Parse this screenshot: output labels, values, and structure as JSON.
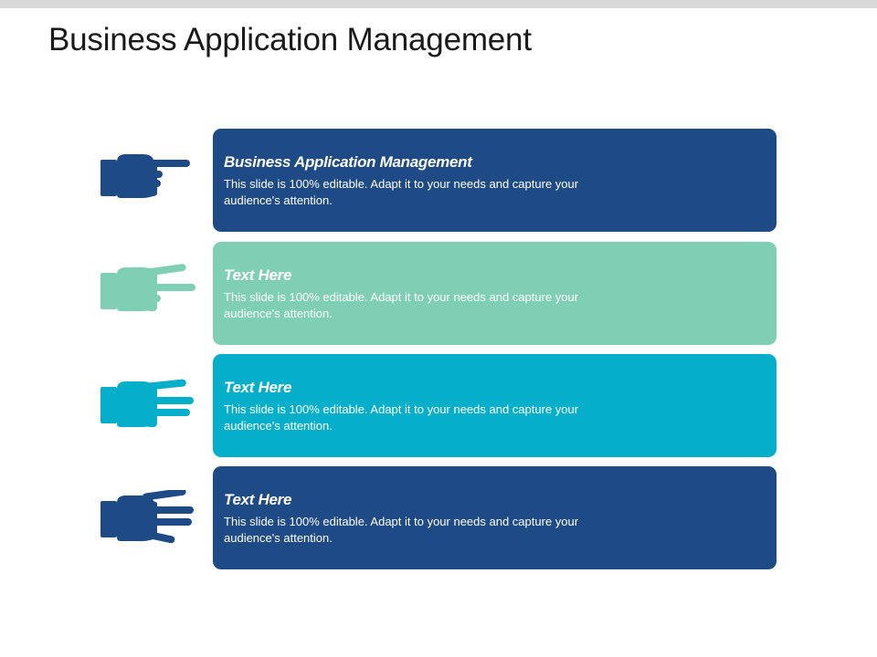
{
  "slide": {
    "title": "Business Application Management"
  },
  "colors": {
    "navy": "#1e4b85",
    "mint": "#7ecfb3",
    "cyan": "#05afc9",
    "top_bar": "#d9d9d9"
  },
  "items": [
    {
      "heading": "Business Application Management",
      "body": "This slide is 100% editable. Adapt it to your needs and capture your audience's attention.",
      "icon": "pointing-hand-one-finger-icon",
      "color": "#1e4b85"
    },
    {
      "heading": "Text Here",
      "body": "This slide is 100% editable. Adapt it to your needs and capture your audience's attention.",
      "icon": "pointing-hand-two-fingers-icon",
      "color": "#7ecfb3"
    },
    {
      "heading": "Text Here",
      "body": "This slide is 100% editable. Adapt it to your needs and capture your audience's attention.",
      "icon": "pointing-hand-three-fingers-icon",
      "color": "#05afc9"
    },
    {
      "heading": "Text Here",
      "body": "This slide is 100% editable. Adapt it to your needs and capture your audience's attention.",
      "icon": "pointing-hand-four-fingers-icon",
      "color": "#1e4b85"
    }
  ]
}
